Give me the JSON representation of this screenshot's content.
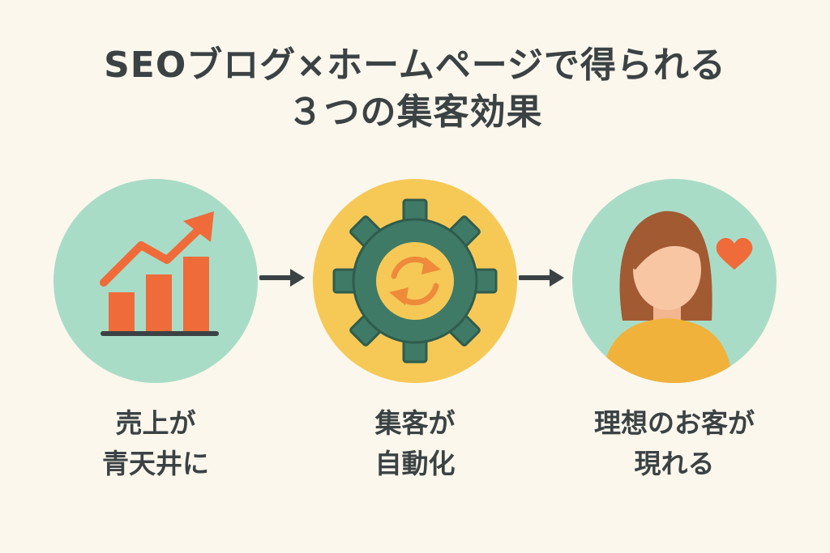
{
  "title": {
    "line1": "SEOブログ×ホームページで得られる",
    "line2": "３つの集客効果"
  },
  "steps": [
    {
      "icon": "growth-chart-icon",
      "line1": "売上が",
      "line2": "青天井に"
    },
    {
      "icon": "gear-sync-icon",
      "line1": "集客が",
      "line2": "自動化"
    },
    {
      "icon": "customer-heart-icon",
      "line1": "理想のお客が",
      "line2": "現れる"
    }
  ],
  "colors": {
    "background": "#fbf7ec",
    "mint": "#a9dcc6",
    "yellow": "#f6c957",
    "orange": "#ef6b3a",
    "teal": "#3f7a66",
    "dark": "#3b4244"
  }
}
